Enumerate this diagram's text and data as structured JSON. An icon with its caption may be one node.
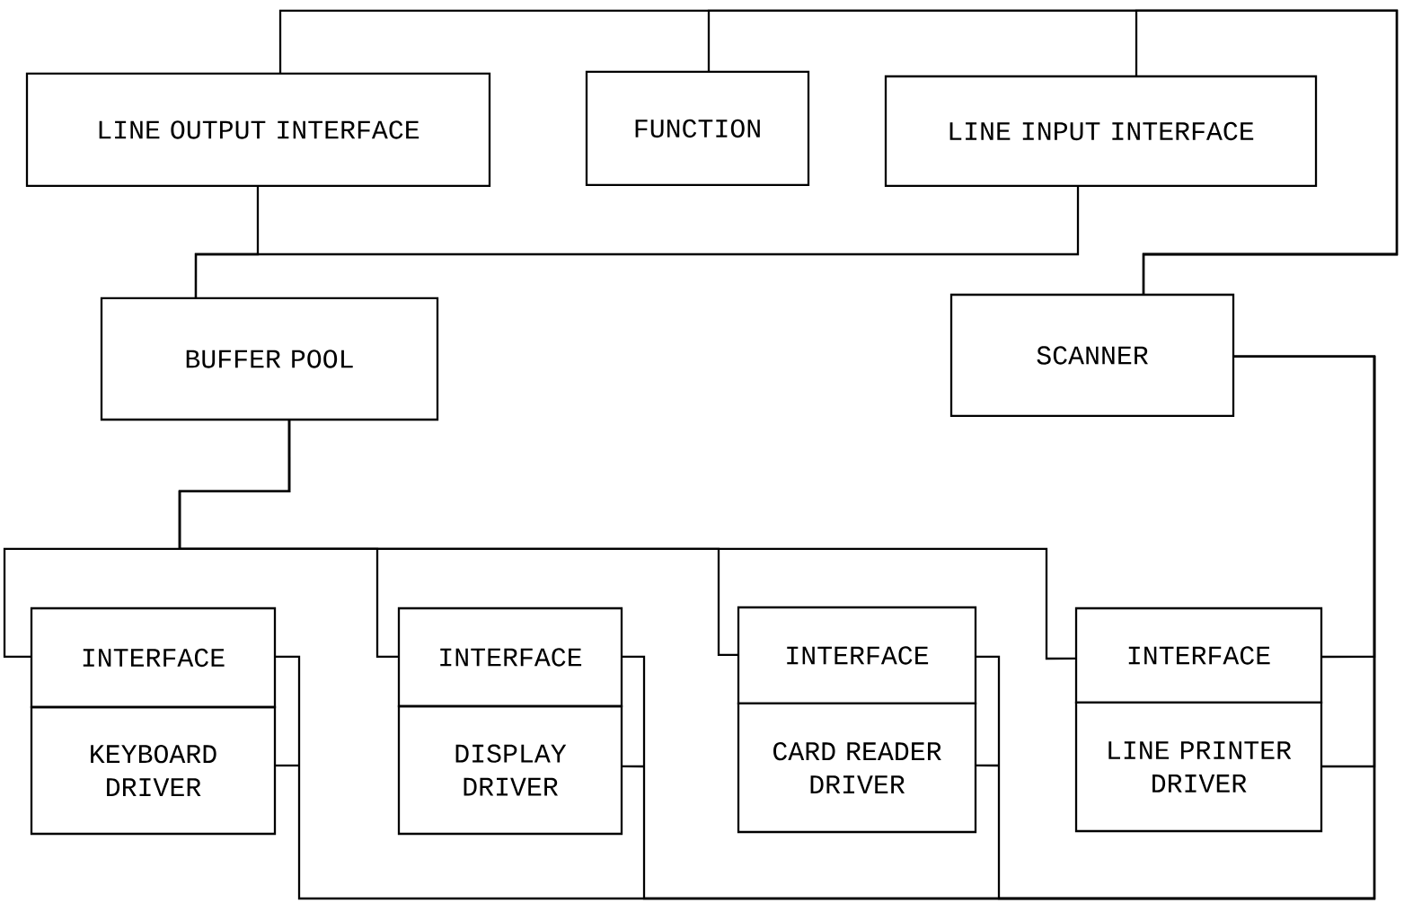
{
  "diagram": {
    "nodes": [
      {
        "text": [
          "LINE OUTPUT INTERFACE"
        ]
      },
      {
        "text": [
          "FUNCTION"
        ]
      },
      {
        "text": [
          "LINE INPUT INTERFACE"
        ]
      },
      {
        "text": [
          "BUFFER POOL"
        ]
      },
      {
        "text": [
          "SCANNER"
        ]
      },
      {
        "text": [
          "INTERFACE"
        ]
      },
      {
        "text": [
          "KEYBOARD DRIVER"
        ]
      },
      {
        "text": [
          "INTERFACE"
        ]
      },
      {
        "text": [
          "DISPLAY DRIVER"
        ]
      },
      {
        "text": [
          "INTERFACE"
        ]
      },
      {
        "text": [
          "CARD READER DRIVER"
        ]
      },
      {
        "text": [
          "INTERFACE"
        ]
      },
      {
        "text": [
          "LINE PRINTER DRIVER"
        ]
      }
    ],
    "edges": [
      {
        "from": 4,
        "to": 0,
        "arrow": "none"
      },
      {
        "from": 4,
        "to": 1,
        "arrow": "none"
      },
      {
        "from": 4,
        "to": 2,
        "arrow": "none"
      },
      {
        "from": 0,
        "to": 3,
        "arrow": "none"
      },
      {
        "from": 2,
        "to": 3,
        "arrow": "none"
      },
      {
        "from": 3,
        "to": 5,
        "arrow": "none"
      },
      {
        "from": 3,
        "to": 7,
        "arrow": "none"
      },
      {
        "from": 3,
        "to": 9,
        "arrow": "none"
      },
      {
        "from": 3,
        "to": 11,
        "arrow": "none"
      },
      {
        "from": 4,
        "to": 5,
        "arrow": "none"
      },
      {
        "from": 4,
        "to": 6,
        "arrow": "none"
      },
      {
        "from": 4,
        "to": 7,
        "arrow": "none"
      },
      {
        "from": 4,
        "to": 8,
        "arrow": "none"
      },
      {
        "from": 4,
        "to": 9,
        "arrow": "none"
      },
      {
        "from": 4,
        "to": 10,
        "arrow": "none"
      },
      {
        "from": 4,
        "to": 11,
        "arrow": "none"
      },
      {
        "from": 4,
        "to": 12,
        "arrow": "none"
      }
    ]
  }
}
